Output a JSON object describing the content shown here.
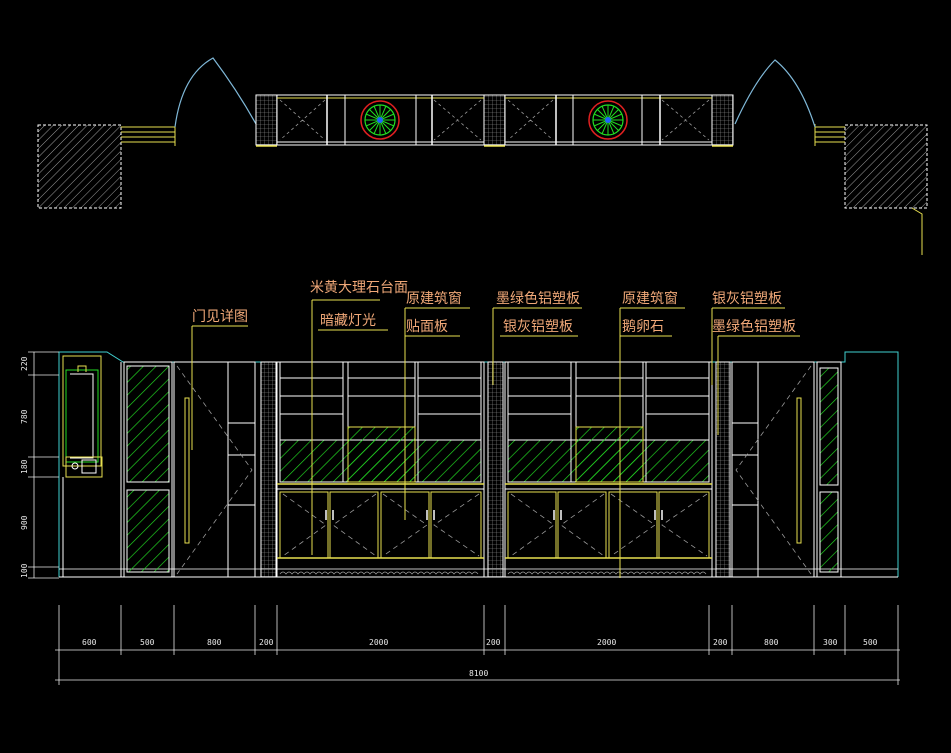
{
  "labels": {
    "door_detail": "门见详图",
    "marble_top": "米黄大理石台面",
    "hidden_light": "暗藏灯光",
    "orig_window_1": "原建筑窗",
    "veneer": "贴面板",
    "ink_green_1": "墨绿色铝塑板",
    "silver_gray_1": "银灰铝塑板",
    "orig_window_2": "原建筑窗",
    "pebble": "鹅卵石",
    "silver_gray_2": "银灰铝塑板",
    "ink_green_2": "墨绿色铝塑板"
  },
  "dims_horizontal": [
    "600",
    "500",
    "800",
    "200",
    "2000",
    "200",
    "2000",
    "200",
    "800",
    "300",
    "500"
  ],
  "dims_vertical": [
    "220",
    "780",
    "180",
    "900",
    "100"
  ],
  "total_width": "8100",
  "colors": {
    "background": "#000000",
    "outline": "#ffffff",
    "hatch_green": "#22dd22",
    "yellow": "#e8e050",
    "cyan": "#40d0d0",
    "label": "#f0a878",
    "red": "#e02020",
    "gray": "#9a9a9a",
    "door_arc": "#7fb8d8"
  }
}
